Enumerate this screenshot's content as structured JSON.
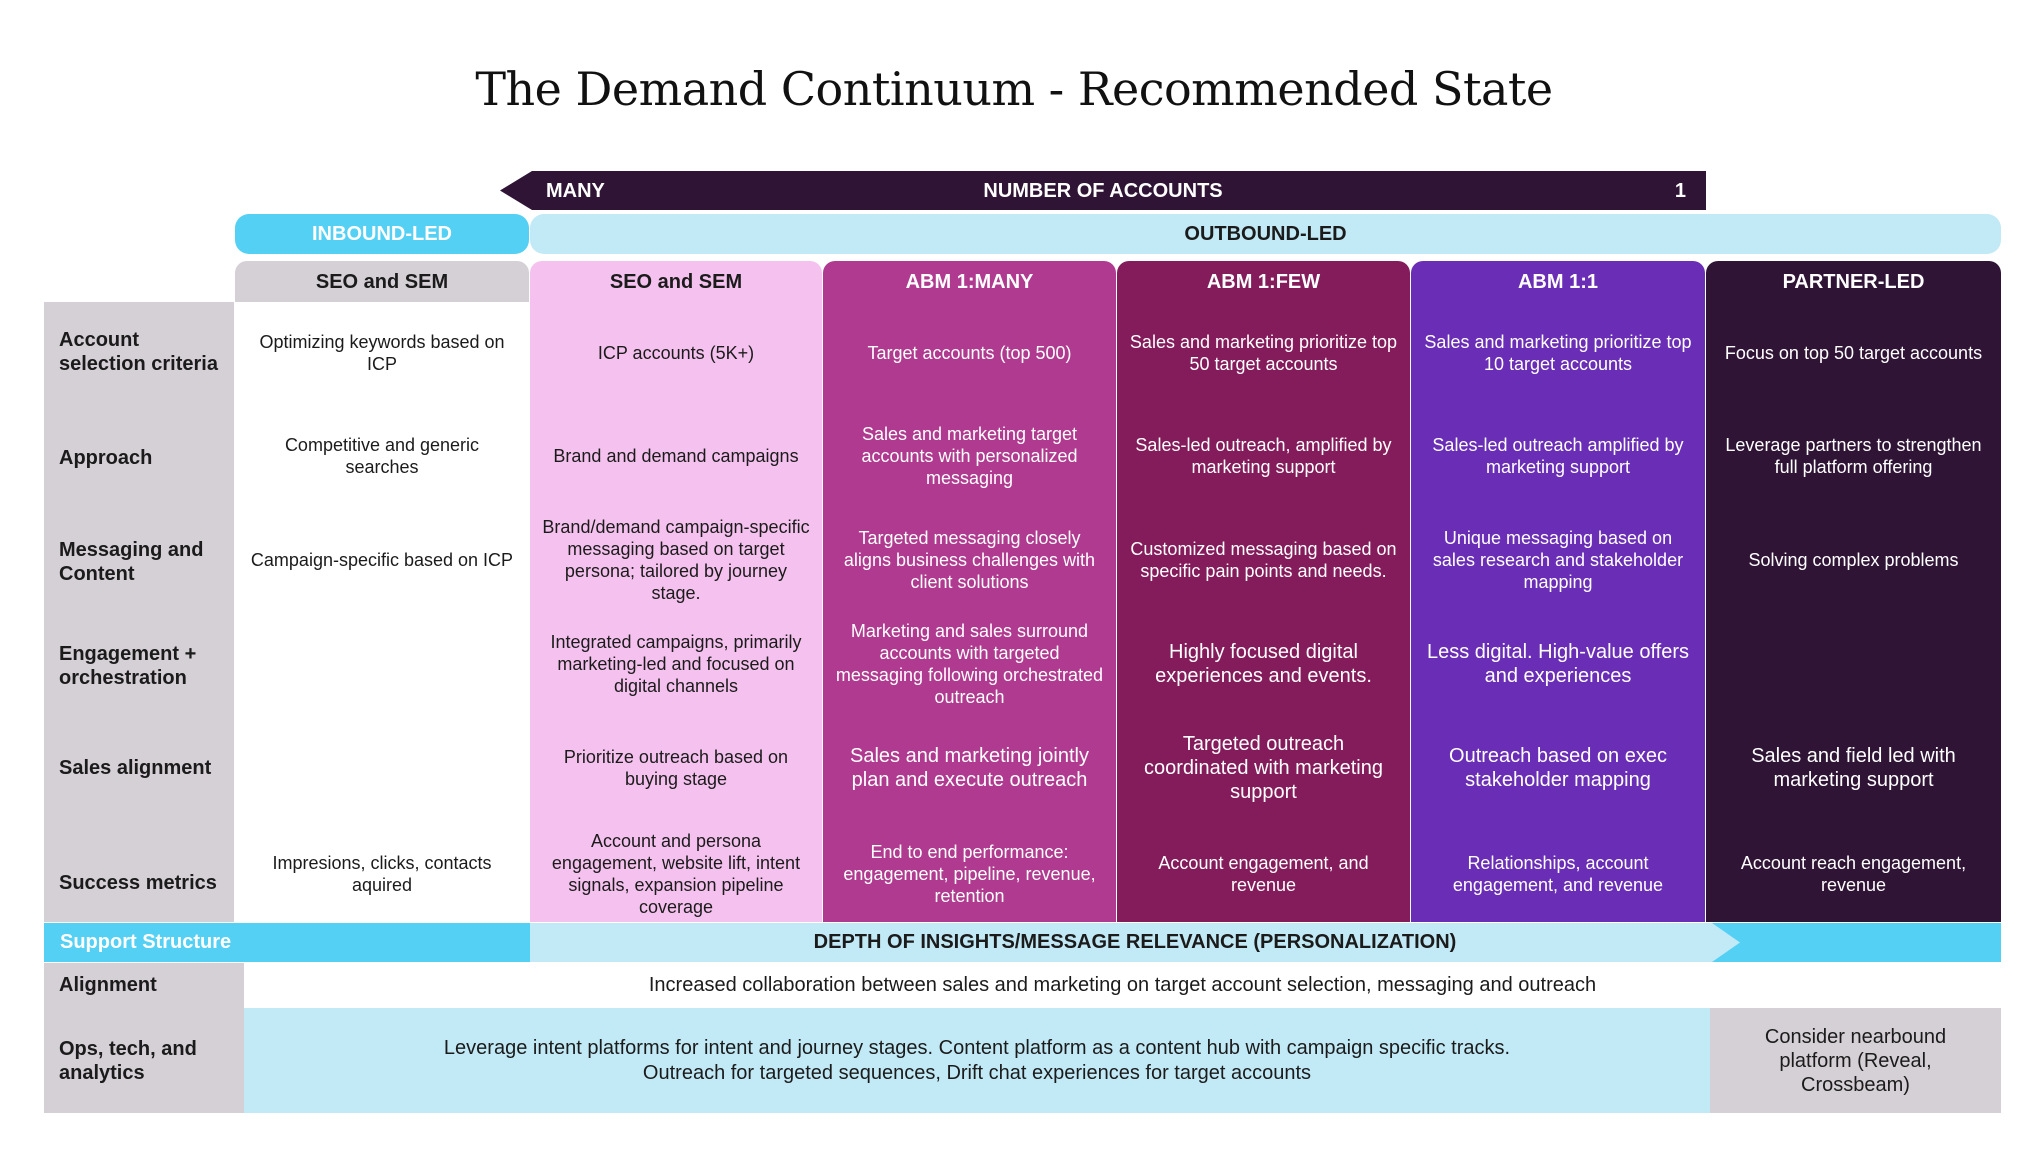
{
  "title": "The Demand Continuum - Recommended State",
  "accounts_bar": {
    "left": "MANY",
    "center": "NUMBER OF ACCOUNTS",
    "right": "1"
  },
  "inbound_label": "INBOUND-LED",
  "outbound_label": "OUTBOUND-LED",
  "row_labels": [
    "Account selection criteria",
    "Approach",
    "Messaging and Content",
    "Engagement + orchestration",
    "Sales alignment",
    "Success metrics"
  ],
  "columns": [
    {
      "header": "SEO and SEM",
      "colors": {
        "header_bg": "#d5cfd6",
        "header_fg": "#1b1b1b",
        "body_bg": "#ffffff",
        "fg": "#1b1b1b"
      },
      "cells": [
        "Optimizing keywords based on ICP",
        "Competitive and generic searches",
        "Campaign-specific based on ICP",
        "",
        "",
        "Impresions, clicks, contacts aquired"
      ]
    },
    {
      "header": "SEO and SEM",
      "colors": {
        "header_bg": "#f5c2ef",
        "header_fg": "#1b1b1b",
        "body_bg": "#f5c2ef",
        "fg": "#1b1b1b"
      },
      "cells": [
        "ICP accounts (5K+)",
        "Brand and demand campaigns",
        "Brand/demand campaign-specific messaging based on target persona; tailored by journey stage.",
        "Integrated campaigns, primarily marketing-led and focused on digital channels",
        "Prioritize outreach based on buying stage",
        "Account and persona engagement, website lift, intent signals, expansion pipeline coverage"
      ]
    },
    {
      "header": "ABM 1:MANY",
      "colors": {
        "header_bg": "#b03a8f",
        "header_fg": "#ffffff",
        "body_bg": "#b03a8f",
        "fg": "#ffffff"
      },
      "cells": [
        "Target accounts (top 500)",
        "Sales and marketing target accounts with personalized messaging",
        "Targeted messaging closely aligns business challenges with client solutions",
        "Marketing and sales surround accounts with targeted messaging following orchestrated outreach",
        "Sales and marketing jointly plan and execute outreach",
        "End to end performance: engagement, pipeline, revenue, retention"
      ]
    },
    {
      "header": "ABM 1:FEW",
      "colors": {
        "header_bg": "#841c5c",
        "header_fg": "#ffffff",
        "body_bg": "#841c5c",
        "fg": "#ffffff"
      },
      "cells": [
        "Sales and marketing prioritize top 50 target accounts",
        "Sales-led outreach, amplified by marketing support",
        "Customized messaging based on specific pain points and needs.",
        "Highly focused digital experiences and events.",
        "Targeted outreach coordinated with marketing support",
        "Account engagement, and revenue"
      ]
    },
    {
      "header": "ABM 1:1",
      "colors": {
        "header_bg": "#6a2db5",
        "header_fg": "#ffffff",
        "body_bg": "#6a2db5",
        "fg": "#ffffff"
      },
      "cells": [
        "Sales and marketing prioritize top 10 target accounts",
        "Sales-led outreach amplified by marketing support",
        "Unique messaging based on sales research and stakeholder mapping",
        "Less digital. High-value offers and experiences",
        "Outreach based on exec stakeholder mapping",
        "Relationships, account engagement, and revenue"
      ]
    },
    {
      "header": "PARTNER-LED",
      "colors": {
        "header_bg": "#2f1436",
        "header_fg": "#ffffff",
        "body_bg": "#2f1436",
        "fg": "#ffffff"
      },
      "cells": [
        "Focus on top 50 target accounts",
        "Leverage partners to strengthen full platform offering",
        "Solving complex problems",
        "",
        "Sales and field led with marketing support",
        "Account reach engagement, revenue"
      ]
    }
  ],
  "support": {
    "label": "Support Structure",
    "depth_label": "DEPTH OF INSIGHTS/MESSAGE RELEVANCE (PERSONALIZATION)",
    "alignment_label": "Alignment",
    "alignment_text": "Increased collaboration between sales and marketing on target account selection, messaging and outreach",
    "ops_label": "Ops, tech, and analytics",
    "ops_text_line1": "Leverage intent platforms for intent and journey stages. Content platform as a content hub with campaign specific tracks.",
    "ops_text_line2": "Outreach for targeted sequences, Drift chat experiences for target accounts",
    "partner_text": "Consider nearbound platform (Reveal, Crossbeam)"
  },
  "colors": {
    "label_bg": "#d5cfd6",
    "cyan": "#54d0f5",
    "light_cyan": "#c2e9f6",
    "dark": "#2f1436"
  }
}
